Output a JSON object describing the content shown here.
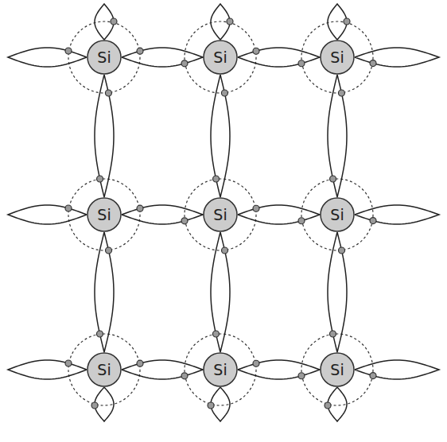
{
  "diagram": {
    "nodes": [
      {
        "text": [
          "Si"
        ]
      },
      {
        "text": [
          "Si"
        ]
      },
      {
        "text": [
          "Si"
        ]
      },
      {
        "text": [
          "Si"
        ]
      },
      {
        "text": [
          "Si"
        ]
      },
      {
        "text": [
          "Si"
        ]
      },
      {
        "text": [
          "Si"
        ]
      },
      {
        "text": [
          "Si"
        ]
      },
      {
        "text": [
          "Si"
        ]
      }
    ],
    "edges": [
      {
        "from": 0,
        "to": 1,
        "arrow": "none"
      },
      {
        "from": 1,
        "to": 2,
        "arrow": "none"
      },
      {
        "from": 3,
        "to": 4,
        "arrow": "none"
      },
      {
        "from": 4,
        "to": 5,
        "arrow": "none"
      },
      {
        "from": 6,
        "to": 7,
        "arrow": "none"
      },
      {
        "from": 7,
        "to": 8,
        "arrow": "none"
      },
      {
        "from": 0,
        "to": 3,
        "arrow": "none"
      },
      {
        "from": 1,
        "to": 4,
        "arrow": "none"
      },
      {
        "from": 2,
        "to": 5,
        "arrow": "none"
      },
      {
        "from": 3,
        "to": 6,
        "arrow": "none"
      },
      {
        "from": 4,
        "to": 7,
        "arrow": "none"
      },
      {
        "from": 5,
        "to": 8,
        "arrow": "none"
      }
    ]
  }
}
